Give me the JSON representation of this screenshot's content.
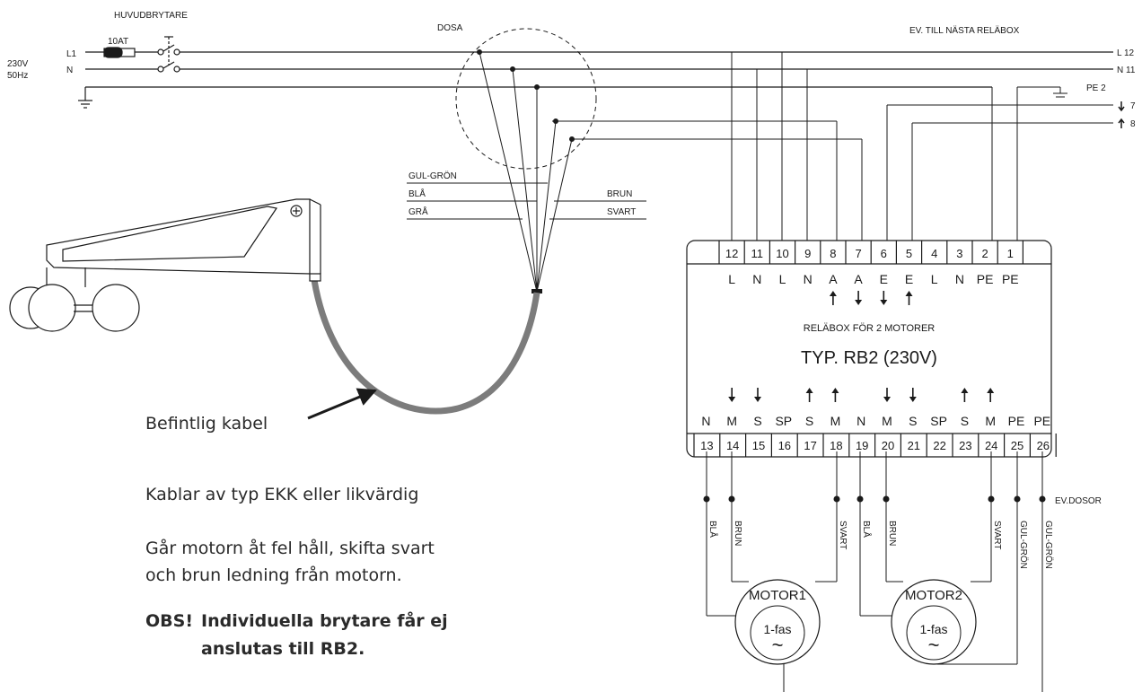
{
  "main_switch": {
    "title": "HUVUDBRYTARE",
    "fuse": "10AT",
    "supply": "230V",
    "frequency": "50Hz",
    "line_l1": "L1",
    "line_n": "N"
  },
  "junction": {
    "title": "DOSA"
  },
  "next_box": {
    "title": "EV. TILL NÄSTA RELÄBOX",
    "terminals": [
      "L 12",
      "N 11",
      "PE 2",
      "7",
      "8"
    ]
  },
  "wire_colors": {
    "gul_gron": "GUL-GRÖN",
    "bla": "BLÅ",
    "gra": "GRÅ",
    "brun": "BRUN",
    "svart": "SVART"
  },
  "relay_box": {
    "title": "RELÄBOX FÖR 2 MOTORER",
    "type": "TYP. RB2 (230V)",
    "top_numbers": [
      "12",
      "11",
      "10",
      "9",
      "8",
      "7",
      "6",
      "5",
      "4",
      "3",
      "2",
      "1"
    ],
    "top_labels": [
      "L",
      "N",
      "L",
      "N",
      "A",
      "A",
      "E",
      "E",
      "L",
      "N",
      "PE",
      "PE"
    ],
    "top_arrows": [
      "",
      "",
      "",
      "",
      "up",
      "down",
      "down",
      "up",
      "",
      "",
      "",
      ""
    ],
    "bottom_labels": [
      "N",
      "M",
      "S",
      "SP",
      "S",
      "M",
      "N",
      "M",
      "S",
      "SP",
      "S",
      "M",
      "PE",
      "PE"
    ],
    "bottom_numbers": [
      "13",
      "14",
      "15",
      "16",
      "17",
      "18",
      "19",
      "20",
      "21",
      "22",
      "23",
      "24",
      "25",
      "26"
    ],
    "bottom_arrows": [
      "",
      "down",
      "down",
      "",
      "up",
      "up",
      "",
      "down",
      "down",
      "",
      "up",
      "up",
      "",
      ""
    ]
  },
  "motor_wires": {
    "labels": [
      "BLÅ",
      "BRUN",
      "SVART",
      "BLÅ",
      "BRUN",
      "SVART",
      "GUL-GRÖN",
      "GUL-GRÖN"
    ],
    "extra": "EV.DOSOR"
  },
  "motors": [
    {
      "name": "MOTOR1",
      "phase": "1-fas",
      "symbol": "~"
    },
    {
      "name": "MOTOR2",
      "phase": "1-fas",
      "symbol": "~"
    }
  ],
  "notes": {
    "cable": "Befintlig kabel",
    "cable_type": "Kablar av typ EKK eller likvärdig",
    "wrong_direction_1": "Går motorn åt fel håll, skifta svart",
    "wrong_direction_2": "och brun ledning från motorn.",
    "obs_label": "OBS!",
    "obs_1": "Individuella brytare får ej",
    "obs_2": "anslutas till RB2."
  }
}
